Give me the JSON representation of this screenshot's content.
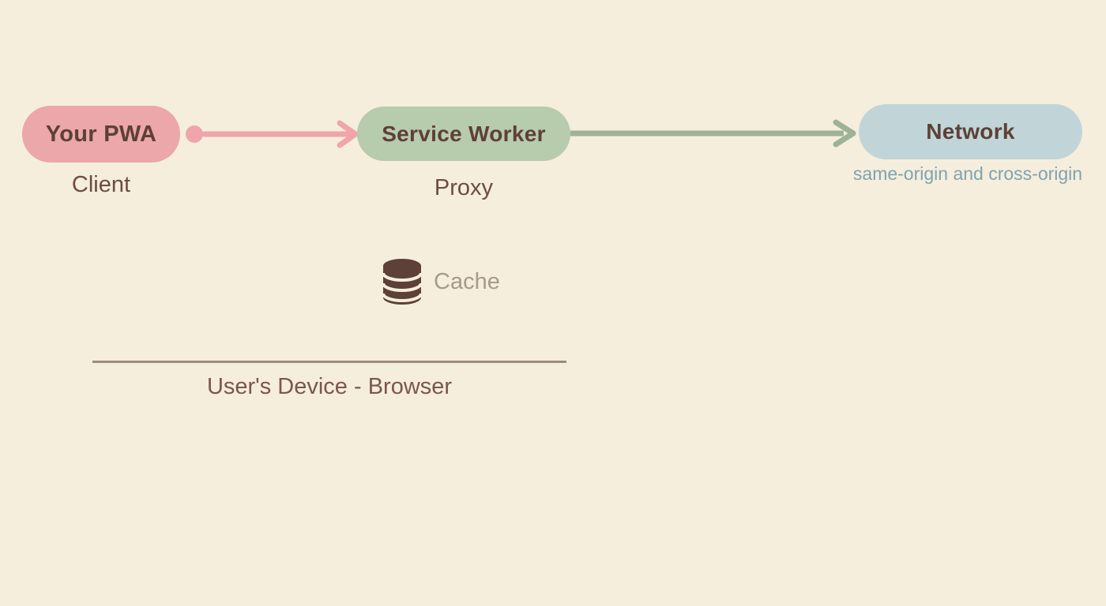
{
  "diagram": {
    "title_semantic": "PWA Service Worker caching architecture",
    "nodes": {
      "pwa": {
        "label": "Your PWA",
        "sublabel": "Client"
      },
      "service_worker": {
        "label": "Service Worker",
        "sublabel": "Proxy"
      },
      "network": {
        "label": "Network",
        "sublabel": "same-origin and cross-origin"
      }
    },
    "cache": {
      "label": "Cache",
      "icon": "database-cylinder-icon"
    },
    "device_boundary": {
      "label": "User's Device - Browser"
    },
    "edges": [
      {
        "from": "pwa",
        "to": "service_worker",
        "style": "pink-arrow-with-origin-dot"
      },
      {
        "from": "service_worker",
        "to": "network",
        "style": "green-arrow"
      }
    ]
  },
  "colors": {
    "background": "#f5eedd",
    "pwa_pill": "#eba7a9",
    "service_worker_pill": "#b7cbad",
    "network_pill": "#c1d5d8",
    "pink_arrow": "#efa5ab",
    "green_arrow": "#9fb296",
    "pill_text": "#5d4037",
    "sublabel_text": "#6d4c41",
    "network_sublabel_text": "#7fa3ae",
    "cache_icon": "#5d4037",
    "cache_label_text": "#a79a8c",
    "boundary_line": "#9d8b82",
    "boundary_text": "#7b564c"
  }
}
